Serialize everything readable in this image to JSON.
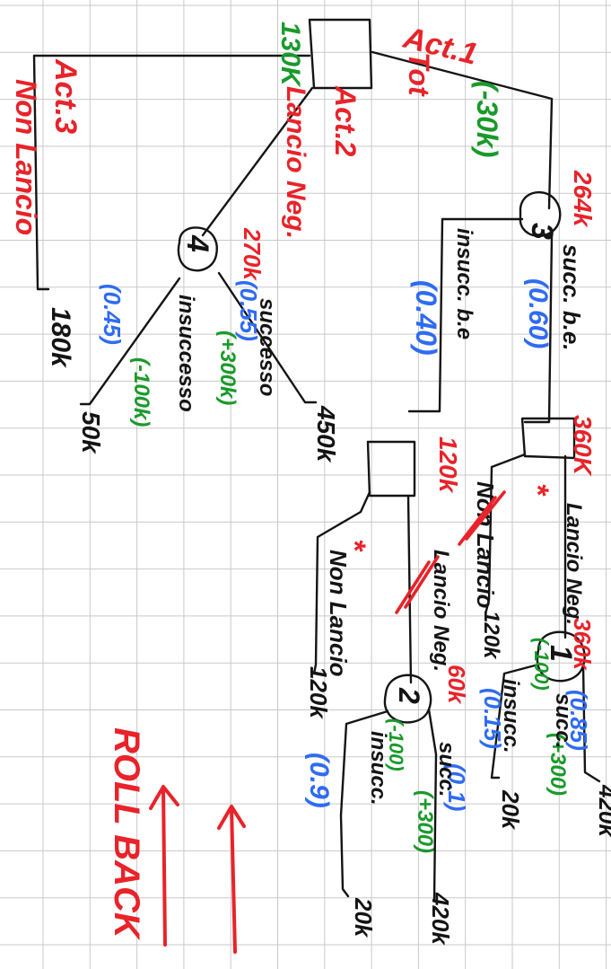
{
  "colors": {
    "background": "#ffffff",
    "grid": "#c9c9c9",
    "ink": "#141414",
    "red": "#e8232a",
    "green": "#1a9a2b",
    "blue": "#2f6bf2"
  },
  "labels": {
    "act1": "Act.1",
    "tot": "Tot",
    "cost_130k": "130K",
    "cost_neg30k": "(-30k)",
    "act2": "Act.2",
    "lancio_neg": "Lancio Neg.",
    "act3": "Act.3",
    "non_lancio_act3": "Non Lancio",
    "p180k": "180k",
    "ev_264k": "264k",
    "node3": "3",
    "succ_be": "succ. b.e.",
    "prob_060": "(0.60)",
    "insucc_be": "insucc. b.e",
    "prob_040": "(0.40)",
    "ev_360k": "360K",
    "lancio_neg_top": "Lancio Neg.",
    "star1": "*",
    "ev_120k_red": "120k",
    "non_lancio_mid": "Non Lancio",
    "p120k_mid": "120k",
    "lancio_neg_bottom": "Lancio Neg.",
    "star2": "*",
    "non_lancio_bottom": "Non Lancio",
    "p120k_bottom": "120k",
    "ev_360k_node1": "360k",
    "node1": "1",
    "prob_085": "(0.85)",
    "succ_node1": "succ.",
    "gain_300_node1": "(+300)",
    "p420k": "420k",
    "insucc_node1": "insucc.",
    "loss_100_node1": "(-100)",
    "prob_015": "(0.15)",
    "p20k_node1": "20k",
    "ev_60k": "60k",
    "node2": "2",
    "prob_01": "(0.1)",
    "succ_node2": "succ.",
    "gain_300_node2": "(+300)",
    "p420k_node2": "420k",
    "loss_100_node2": "(-100)",
    "insucc_node2": "insucc.",
    "prob_09": "(0.9)",
    "p20k_node2": "20k",
    "ev_270k": "270k",
    "node4": "4",
    "prob_055": "(0.55)",
    "successo_node4": "successo",
    "gain_300k_node4": "(+300k)",
    "p450k": "450k",
    "prob_045": "(0.45)",
    "insuccesso_node4": "insuccesso",
    "loss_100k_node4": "(-100k)",
    "p50k": "50k",
    "roll_back": "ROLL BACK"
  }
}
